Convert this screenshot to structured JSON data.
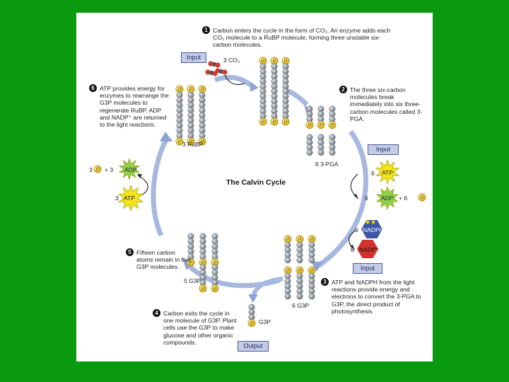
{
  "title": "The Calvin Cycle",
  "steps": [
    {
      "num": "1",
      "text": "Carbon enters the cycle in the form of CO₂. An enzyme adds each CO₂ molecule to a RuBP molecule, forming three unstable six-carbon molecules."
    },
    {
      "num": "2",
      "text": "The three six-carbon molecules break immediately into six three-carbon molecules called 3-PGA."
    },
    {
      "num": "3",
      "text": "ATP and NADPH from the light reactions provide energy and electrons to convert the 3-PGA to G3P, the direct product of photosynthesis."
    },
    {
      "num": "4",
      "text": "Carbon exits the cycle in one molecule of G3P. Plant cells use the G3P to make glucose and other organic compounds."
    },
    {
      "num": "5",
      "text": "Fifteen carbon atoms remain in five G3P molecules."
    },
    {
      "num": "6",
      "text": "ATP provides energy for enzymes to rearrange the G3P molecules to regenerate RuBP. ADP and NADP⁺ are returned to the light reactions."
    }
  ],
  "boxes": {
    "input_co2": "Input",
    "input_atp": "Input",
    "input_nadph": "Input",
    "output": "Output"
  },
  "labels": {
    "co2": "3 CO₂",
    "rubp": "3 RuBP",
    "pga": "6 3-PGA",
    "g3p_right": "6 G3P",
    "g3p_left": "5 G3P",
    "g3p_out": "G3P",
    "atp_in_coef": "6",
    "atp": "ATP",
    "adp_out_coef": "6",
    "adp": "ADP",
    "plus_6": "+ 6",
    "p": "P",
    "nadph_coef": "6",
    "nadph": "NADPH",
    "nadp_coef": "6",
    "nadp": "NADP⁺",
    "left_p_coef": "3",
    "left_plus_3": "+ 3",
    "left_adp": "ADP",
    "left_atp_coef": "3",
    "left_atp": "ATP"
  },
  "colors": {
    "background": "#0a9a10",
    "panel": "#ffffff",
    "cycle_arrow": "#9aaed6",
    "carbon": "#8a9299",
    "phosphate": "#e8c21c",
    "atp_star": "#f2e61a",
    "adp_star": "#8fd14a",
    "nadph": "#3c57a6",
    "nadp": "#d2322d",
    "box_fill": "#c5cce8"
  }
}
